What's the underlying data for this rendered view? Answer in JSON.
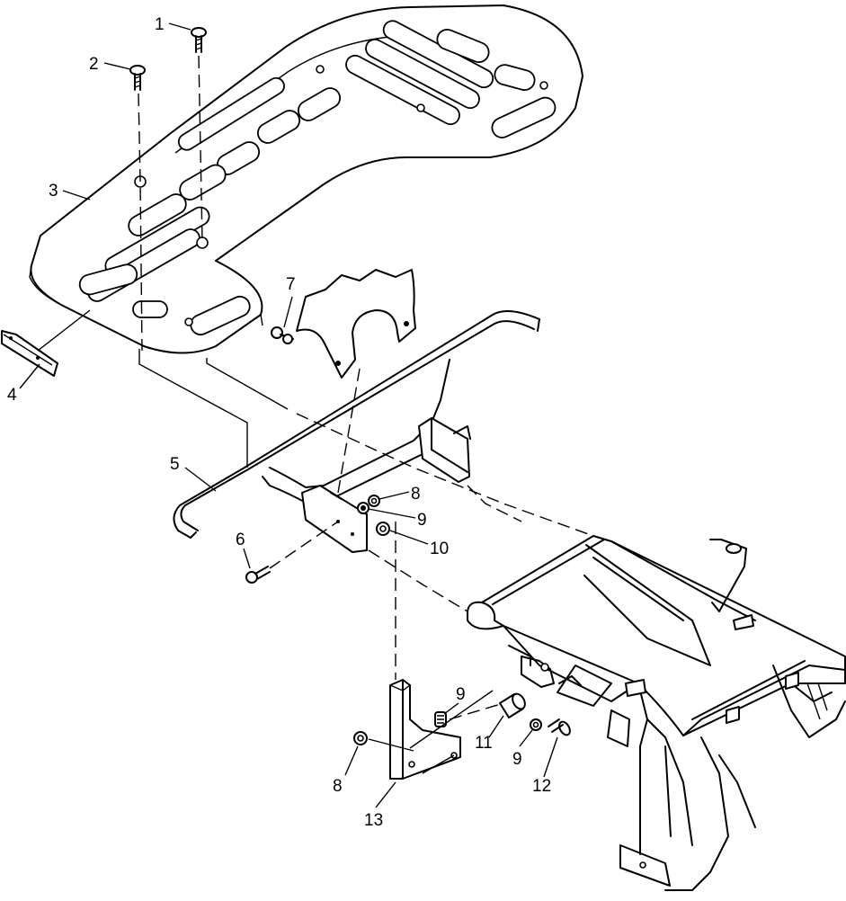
{
  "callouts": [
    {
      "id": "c1",
      "label": "1"
    },
    {
      "id": "c2",
      "label": "2"
    },
    {
      "id": "c3",
      "label": "3"
    },
    {
      "id": "c4",
      "label": "4"
    },
    {
      "id": "c5",
      "label": "5"
    },
    {
      "id": "c6",
      "label": "6"
    },
    {
      "id": "c7",
      "label": "7"
    },
    {
      "id": "c8a",
      "label": "8"
    },
    {
      "id": "c9a",
      "label": "9"
    },
    {
      "id": "c10",
      "label": "10"
    },
    {
      "id": "c9b",
      "label": "9"
    },
    {
      "id": "c11",
      "label": "11"
    },
    {
      "id": "c9c",
      "label": "9"
    },
    {
      "id": "c12",
      "label": "12"
    },
    {
      "id": "c8b",
      "label": "8"
    },
    {
      "id": "c13",
      "label": "13"
    }
  ]
}
